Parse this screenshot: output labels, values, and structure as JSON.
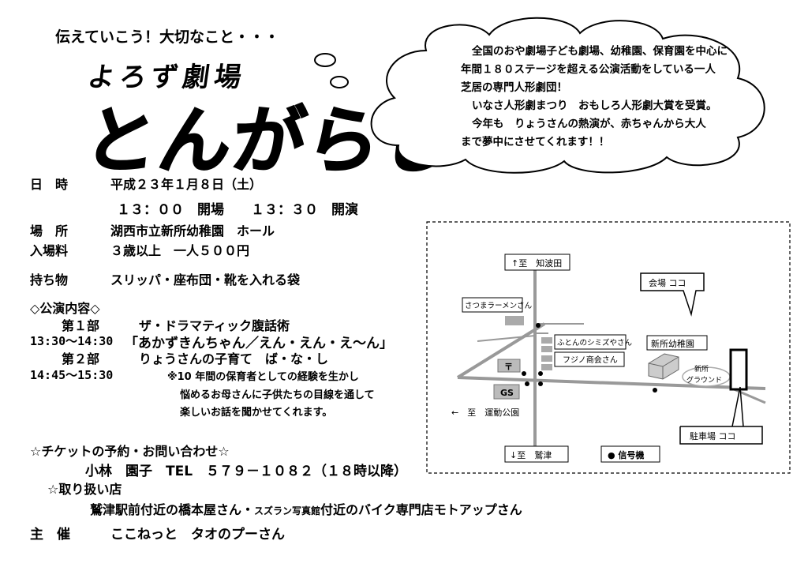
{
  "header": {
    "tagline": "伝えていこう！大切なこと・・・",
    "subtitle": "よろず劇場",
    "title": "とんがらし"
  },
  "cloud": {
    "lines": [
      "全国のおや劇場子ども劇場、幼稚園、保育園を中心に",
      "年間１８０ステージを超える公演活動をしている一人",
      "芝居の専門人形劇団！",
      "いなさ人形劇まつり　おもしろ人形劇大賞を受賞。",
      "今年も　りょうさんの熱演が、赤ちゃんから大人",
      "まで夢中にさせてくれます！！"
    ]
  },
  "info": {
    "date_label": "日　時",
    "date_value": "平成２３年１月８日（土）",
    "time_value": "１３：００　開場　　１３：３０　開演",
    "place_label": "場　所",
    "place_value": "湖西市立新所幼稚園　ホール",
    "fee_label": "入場料",
    "fee_value": "３歳以上　一人５００円",
    "items_label": "持ち物",
    "items_value": "スリッパ・座布団・靴を入れる袋"
  },
  "program": {
    "heading": "◇公演内容◇",
    "part1_label": "第１部",
    "part1_title": "ザ・ドラマティック腹話術",
    "part1_time": "13:30～14:30",
    "part1_sub": "「あかずきんちゃん／えん・えん・え～ん」",
    "part2_label": "第２部",
    "part2_title": "りょうさんの子育て　ば・な・し",
    "part2_time": "14:45～15:30",
    "note_lines": [
      "※10 年間の保育者としての経験を生かし",
      "悩めるお母さんに子供たちの目線を通して",
      "楽しいお話を聞かせてくれます。"
    ]
  },
  "ticket": {
    "heading": "☆チケットの予約・お問い合わせ☆",
    "contact": "小林　園子　TEL　５７９－１０８２（１８時以降）",
    "shops_heading": "☆取り扱い店",
    "shops_pre": "鷲津駅前付近の橋本屋さん・",
    "shops_small": "スズラン写真館",
    "shops_post": "付近のバイク専門店モトアップさん"
  },
  "organizer": {
    "label": "主　催",
    "value": "ここねっと　タオのプーさん"
  },
  "map": {
    "north_sign": "↑至　知波田",
    "south_sign": "↓至　鷲津",
    "west_sign": "←　至　運動公園",
    "ramen": "さつまラーメンさん",
    "futon": "ふとんのシミズやさん",
    "fujino": "フジノ商会さん",
    "post_symbol": "〒",
    "gs": "GS",
    "venue_callout": "会場 ココ",
    "kindergarten": "新所幼稚園",
    "ground_1": "新所",
    "ground_2": "グラウンド",
    "parking_callout": "駐車場 ココ",
    "legend": "● 信号機"
  }
}
